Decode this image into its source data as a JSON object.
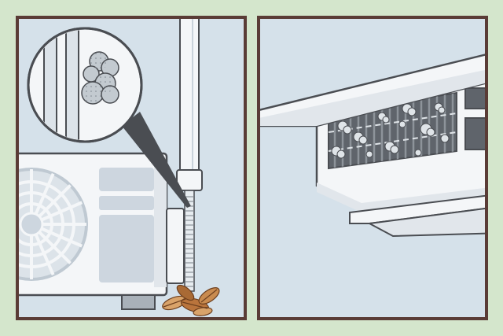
{
  "colors": {
    "page_background": "#d4e6cc",
    "frame_border": "#5a3c36",
    "sky_background": "#d5e1ea",
    "appliance_white": "#f4f6f8",
    "appliance_outline": "#4a4d52",
    "panel_grey": "#cdd6df",
    "fan_grey": "#bfc9d2",
    "filter_dark": "#5f646b",
    "dust_grey": "#c3cad0",
    "leaf_brown": "#b9743c",
    "leaf_light": "#d9a36a"
  },
  "panels": {
    "left": {
      "scene": "outdoor-ac-unit-with-clogged-drain-pipe"
    },
    "right": {
      "scene": "indoor-ac-unit-with-dusty-filter"
    }
  },
  "icons": [
    "magnifier-callout",
    "fan-grille",
    "drain-pipe",
    "dry-leaves",
    "dust-clumps",
    "air-filter"
  ]
}
